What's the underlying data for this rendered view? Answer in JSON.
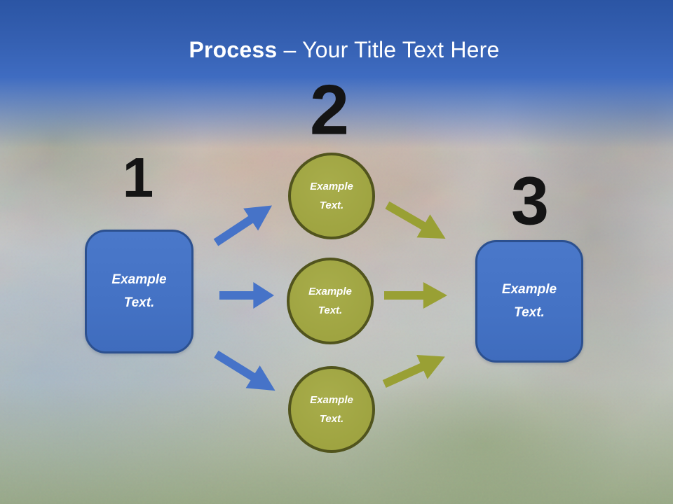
{
  "slide": {
    "title": {
      "bold": "Process",
      "regular": " – Your Title Text Here"
    }
  },
  "diagram": {
    "numbers": [
      "1",
      "2",
      "3"
    ],
    "left_box": {
      "label": "Example Text."
    },
    "right_box": {
      "label": "Example Text."
    },
    "circles": [
      {
        "label": "Example Text."
      },
      {
        "label": "Example Text."
      },
      {
        "label": "Example Text."
      }
    ]
  },
  "colors": {
    "header_top": "#2b55a4",
    "header_mid": "#3f6cc1",
    "box_fill": "#4472c4",
    "box_border": "#2c508f",
    "circle_fill": "#9fa441",
    "circle_border": "#51541d",
    "arrow_blue": "#4673c8",
    "arrow_olive": "#99a034",
    "number_color": "#141414",
    "title_color": "#ffffff"
  }
}
